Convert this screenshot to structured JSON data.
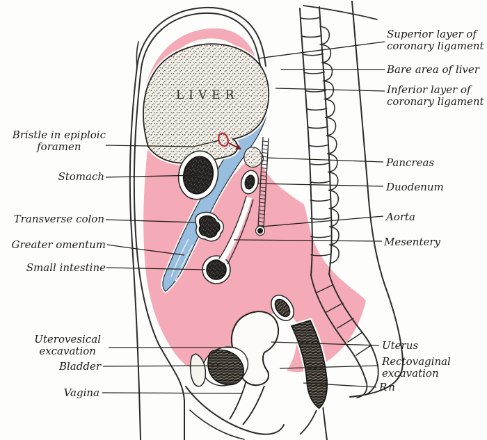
{
  "figure": {
    "liver_text": "LIVER",
    "colors": {
      "peritoneum_pink": "#f5abb7",
      "lesser_sac_blue": "#97bedf",
      "bristle_red": "#c0313f",
      "ink": "#2b2b2b",
      "paper": "#fdfdfc",
      "redaction_gray": "#c9c9c9"
    },
    "labels_left": [
      {
        "id": "bristle-epiploic-foramen",
        "lines": [
          "Bristle in epiploic",
          "foramen"
        ]
      },
      {
        "id": "stomach",
        "lines": [
          "Stomach"
        ]
      },
      {
        "id": "transverse-colon",
        "lines": [
          "Transverse colon"
        ]
      },
      {
        "id": "greater-omentum",
        "lines": [
          "Greater omentum"
        ]
      },
      {
        "id": "small-intestine",
        "lines": [
          "Small intestine"
        ]
      },
      {
        "id": "uterovesical-excavation",
        "lines": [
          "Uterovesical",
          "excavation"
        ]
      },
      {
        "id": "bladder",
        "lines": [
          "Bladder"
        ]
      },
      {
        "id": "vagina",
        "lines": [
          "Vagina"
        ]
      }
    ],
    "labels_right": [
      {
        "id": "superior-coronary-ligament",
        "lines": [
          "Superior layer of",
          "coronary ligament"
        ]
      },
      {
        "id": "bare-area-liver",
        "lines": [
          "Bare area of liver"
        ]
      },
      {
        "id": "inferior-coronary-ligament",
        "lines": [
          "Inferior layer of",
          "coronary ligament"
        ]
      },
      {
        "id": "pancreas",
        "lines": [
          "Pancreas"
        ]
      },
      {
        "id": "duodenum",
        "lines": [
          "Duodenum"
        ]
      },
      {
        "id": "aorta",
        "lines": [
          "Aorta"
        ]
      },
      {
        "id": "mesentery",
        "lines": [
          "Mesentery"
        ]
      },
      {
        "id": "uterus",
        "lines": [
          "Uterus"
        ]
      },
      {
        "id": "rectovaginal-excavation",
        "lines": [
          "Rectovaginal",
          "excavation"
        ]
      },
      {
        "id": "rectum-redacted",
        "prefix": "R",
        "suffix": "n"
      }
    ]
  }
}
